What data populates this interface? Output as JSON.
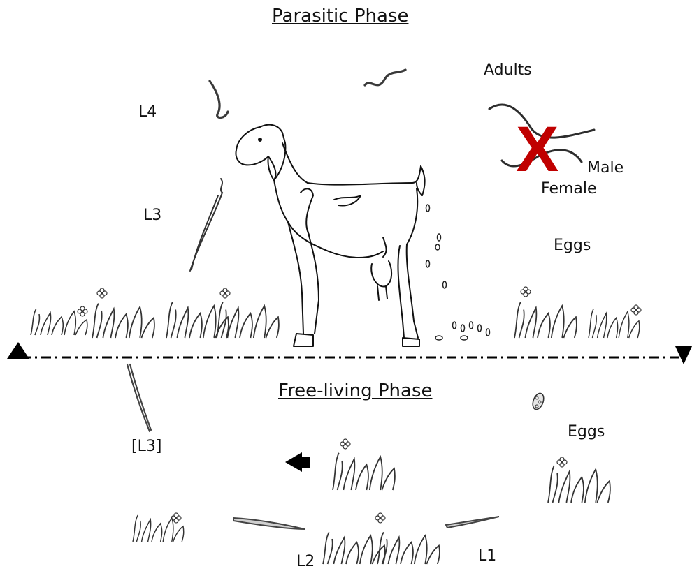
{
  "diagram": {
    "parasitic_title": "Parasitic Phase",
    "freeliving_title": "Free-living Phase",
    "labels": {
      "adults": "Adults",
      "male": "Male",
      "female": "Female",
      "l4": "L4",
      "l3": "L3",
      "eggs_host": "Eggs",
      "l3_infective": "[L3]",
      "eggs_pasture": "Eggs",
      "l2": "L2",
      "l1": "L1"
    },
    "marks": {
      "x_mark": "X"
    },
    "colors": {
      "x_mark": "#c00000",
      "line": "#000000",
      "worm": "#3a3a3a"
    },
    "icons": [
      "goat",
      "grass-clump",
      "flower",
      "worm",
      "larva",
      "egg",
      "arrow-left",
      "arrow-up",
      "arrow-down"
    ]
  }
}
